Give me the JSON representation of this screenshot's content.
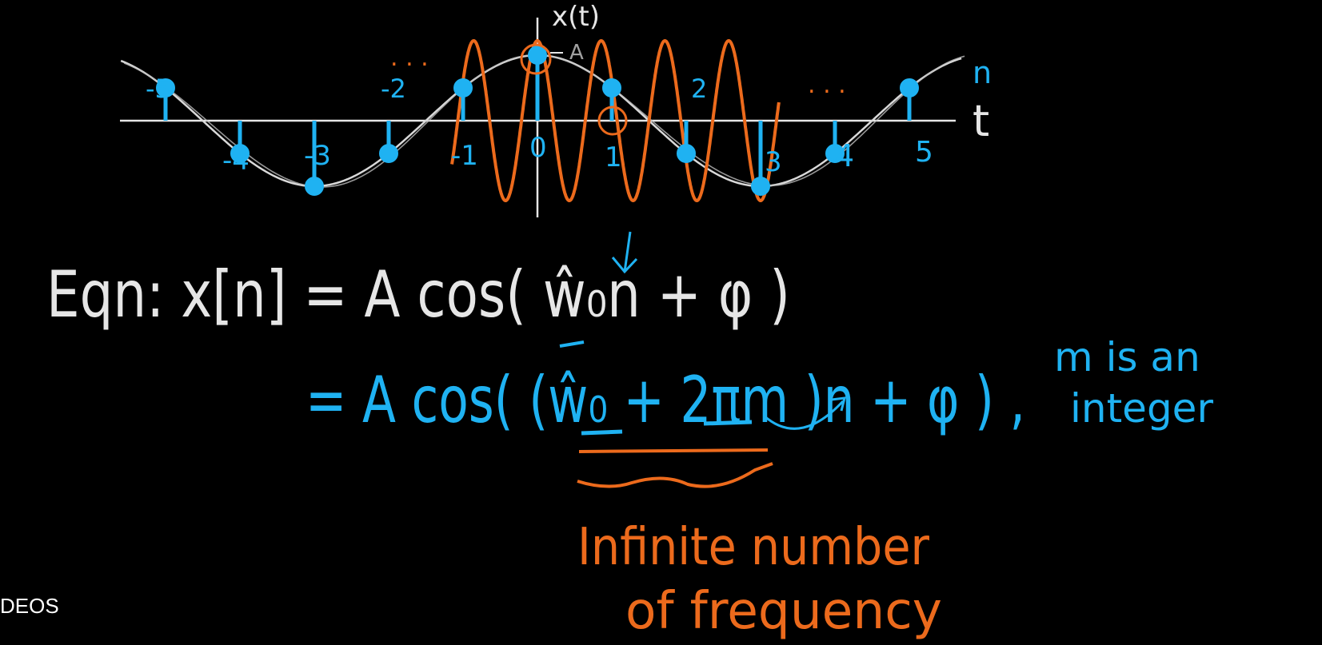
{
  "colors": {
    "background": "#000000",
    "chalk": "#e6e6e6",
    "blue": "#1fb2f2",
    "orange": "#ec6a1c"
  },
  "plot": {
    "y_axis_label": "x(t)",
    "amplitude_label": "A",
    "t_label": "t",
    "n_label": "n",
    "n_ticks_top": [
      "-5",
      "-2",
      "2"
    ],
    "n_ticks_bottom": [
      "-4",
      "-3",
      "-1",
      "0",
      "1",
      "3",
      "4",
      "5"
    ],
    "dots_left": ". . .",
    "dots_right": ". . ."
  },
  "equation": {
    "line1": "Eqn: x[n] = A cos( ŵ₀n + φ )",
    "line2": "= A cos( (ŵ₀ + 2πm )n + φ ) ,",
    "note_line1": "m is an",
    "note_line2": "integer"
  },
  "annotation": {
    "line1": "Infinite number",
    "line2": "of frequency"
  },
  "corner_text": "DEOS"
}
